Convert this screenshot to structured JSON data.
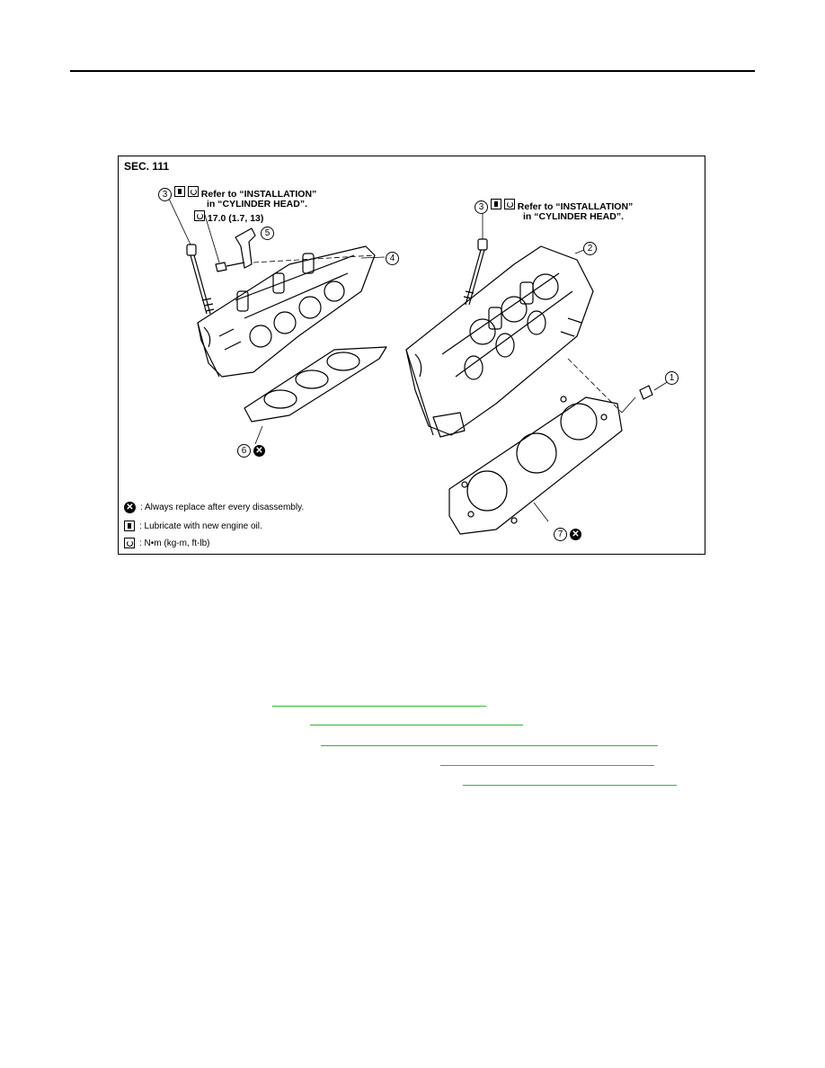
{
  "figure": {
    "section": "SEC. 111",
    "callouts": {
      "left_ref_line1": "Refer to “INSTALLATION”",
      "left_ref_line2": "in “CYLINDER HEAD”.",
      "left_torque": "17.0 (1.7, 13)",
      "right_ref_line1": "Refer to “INSTALLATION”",
      "right_ref_line2": "in “CYLINDER HEAD”."
    },
    "part_numbers": [
      "1",
      "2",
      "3",
      "4",
      "5",
      "6",
      "7"
    ],
    "legend": [
      {
        "icon": "replace-x-icon",
        "text": ": Always replace after every disassembly."
      },
      {
        "icon": "lubricate-oil-icon",
        "text": ": Lubricate with new engine oil."
      },
      {
        "icon": "torque-wrench-icon",
        "text": ": N•m  (kg-m,  ft-lb)"
      }
    ]
  },
  "colors": {
    "link": "#2eb82e",
    "ink": "#000000"
  }
}
